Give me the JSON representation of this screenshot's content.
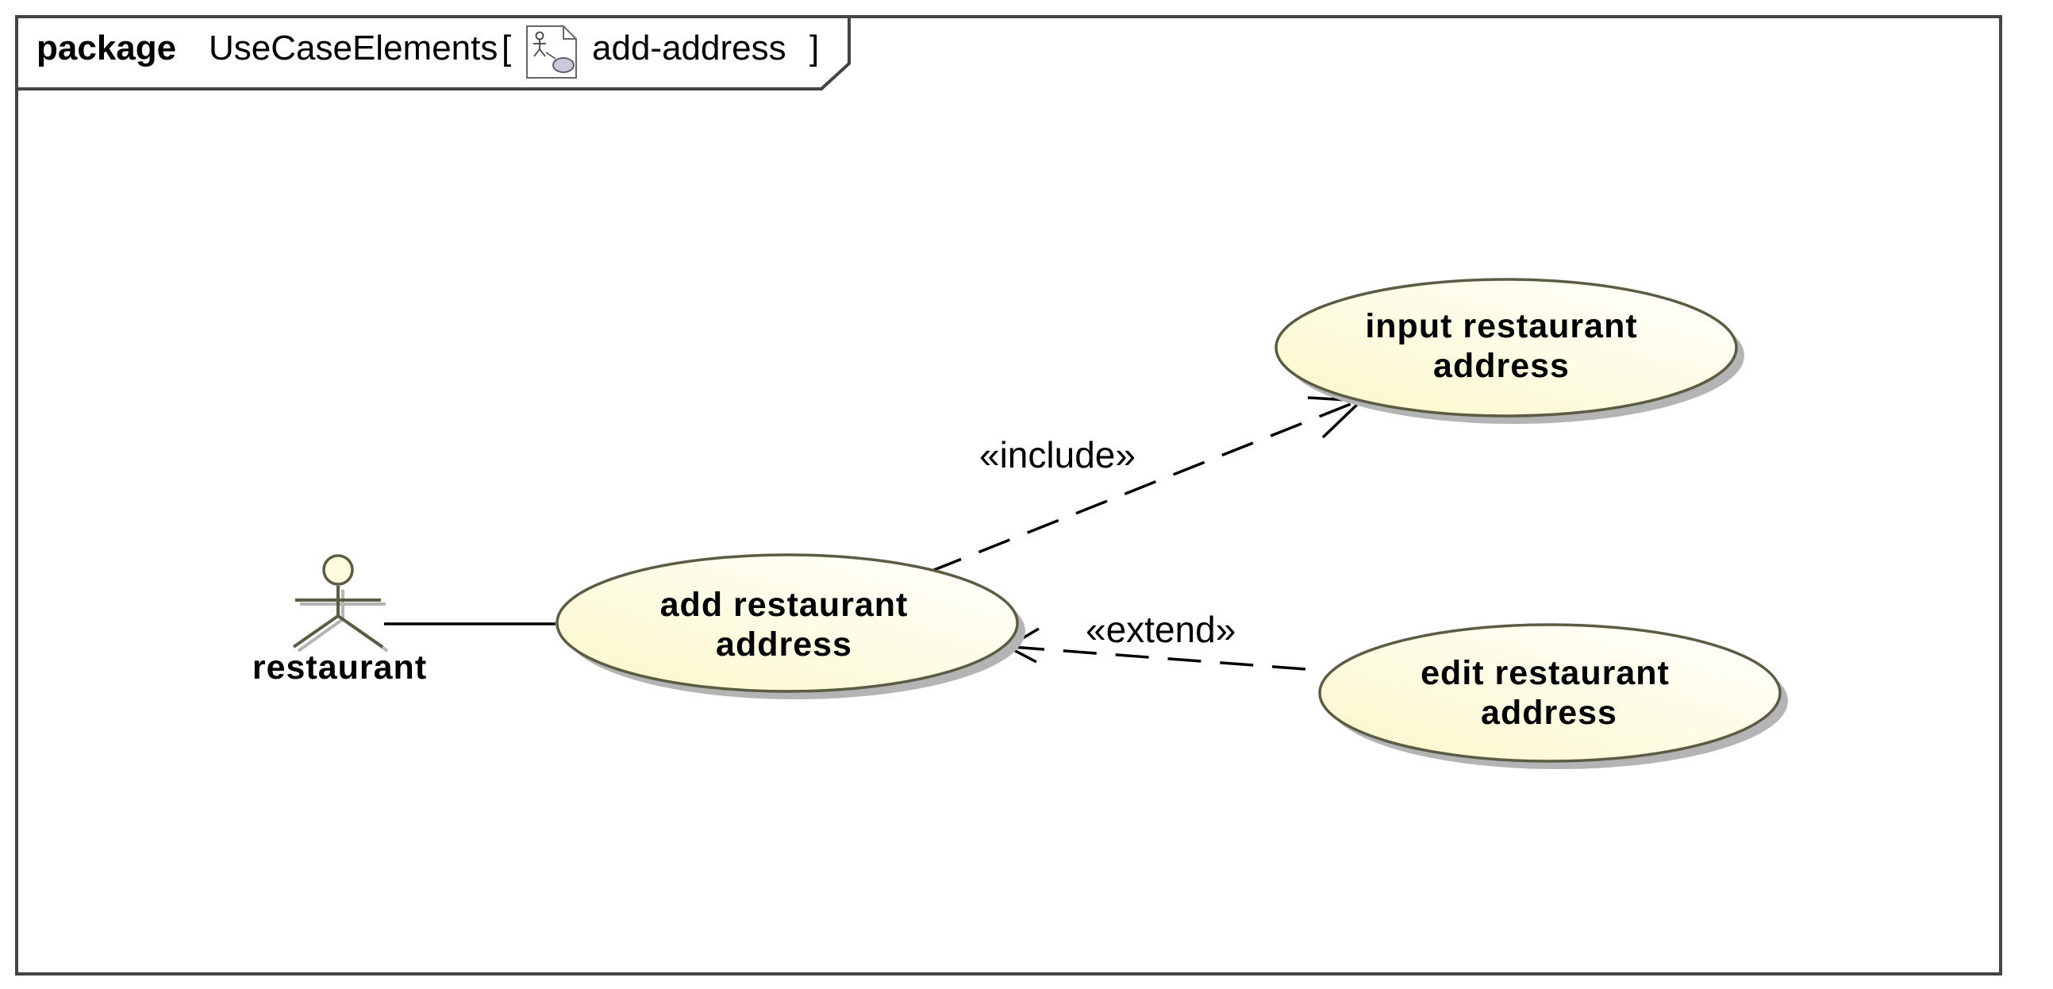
{
  "frame": {
    "kind": "package",
    "name": "UseCaseElements",
    "open_bracket": "[",
    "diagram_name": "add-address",
    "close_bracket": "]",
    "diagram_icon": "use-case-diagram-icon"
  },
  "actor": {
    "name": "restaurant",
    "icon": "stick-figure-actor-icon"
  },
  "use_cases": [
    {
      "id": "add",
      "line1": "add restaurant",
      "line2": "address"
    },
    {
      "id": "input",
      "line1": "input restaurant",
      "line2": "address"
    },
    {
      "id": "edit",
      "line1": "edit restaurant",
      "line2": "address"
    }
  ],
  "relationships": [
    {
      "type": "association",
      "from": "restaurant",
      "to": "add restaurant address"
    },
    {
      "type": "include",
      "label": "«include»",
      "from": "add restaurant address",
      "to": "input restaurant address"
    },
    {
      "type": "extend",
      "label": "«extend»",
      "from": "edit restaurant address",
      "to": "add restaurant address"
    }
  ],
  "colors": {
    "frame_stroke": "#444444",
    "usecase_fill_light": "#ffffff",
    "usecase_fill_dark": "#fbf8cf",
    "usecase_stroke": "#5c5c44",
    "shadow": "#b4b4b4",
    "actor_stroke": "#5c5c44",
    "actor_head_fill": "#fffce0"
  }
}
